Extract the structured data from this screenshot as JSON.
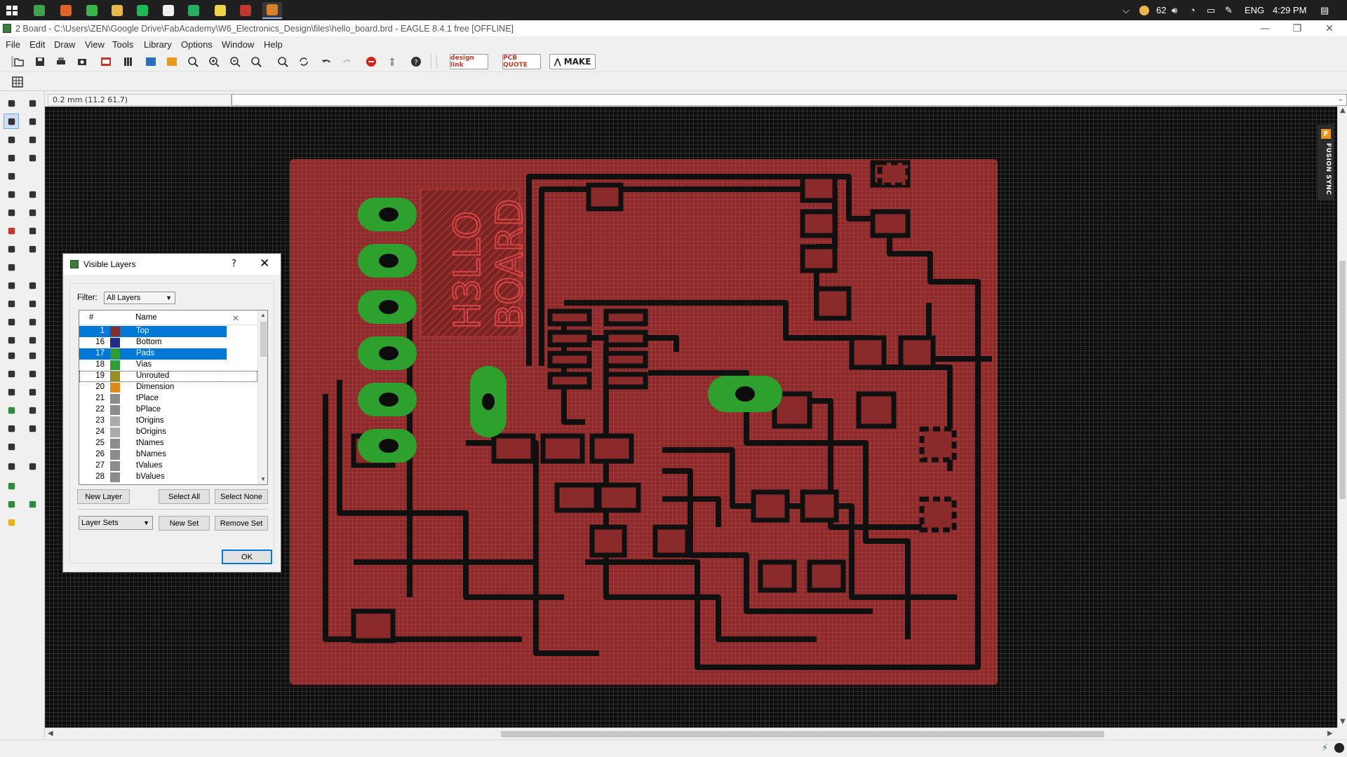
{
  "taskbar": {
    "apps": [
      {
        "icon": "app-icon",
        "color": "#3fa34d"
      },
      {
        "icon": "browser-icon",
        "color": "#e0622b"
      },
      {
        "icon": "chat-icon",
        "color": "#39b549"
      },
      {
        "icon": "folder-icon",
        "color": "#e8b84a"
      },
      {
        "icon": "music-icon",
        "color": "#1db954"
      },
      {
        "icon": "git-icon",
        "color": "#f0f0f0"
      },
      {
        "icon": "message-icon",
        "color": "#27ae60"
      },
      {
        "icon": "sticky-icon",
        "color": "#f1d34a"
      },
      {
        "icon": "pdf-icon",
        "color": "#c0392b"
      },
      {
        "icon": "eagle-icon",
        "color": "#d9822b"
      }
    ],
    "battery": "62",
    "language": "ENG",
    "time": "4:29 PM"
  },
  "window": {
    "title": "2 Board - C:\\Users\\ZEN\\Google Drive\\FabAcademy\\W6_Electronics_Design\\files\\hello_board.brd - EAGLE 8.4.1 free [OFFLINE]"
  },
  "menu": [
    "File",
    "Edit",
    "Draw",
    "View",
    "Tools",
    "Library",
    "Options",
    "Window",
    "Help"
  ],
  "toolbar": {
    "design_link": "design link",
    "pcb_quote": "PCB QUOTE",
    "make": "MAKE"
  },
  "coords": {
    "readout": "0.2 mm (11.2 61.7)"
  },
  "fusion": {
    "label": "FUSION SYNC"
  },
  "board": {
    "silk_text_line1": "H3LLO",
    "silk_text_line2": "BOARD",
    "colors": {
      "copper": "#8b2a2a",
      "pads": "#2ea02e",
      "background": "#0d0d0d"
    }
  },
  "dialog": {
    "title": "Visible Layers",
    "help": "?",
    "filter_label": "Filter:",
    "filter_value": "All Layers",
    "col_num": "#",
    "col_name": "Name",
    "layers": [
      {
        "num": "1",
        "name": "Top",
        "color": "#7a3131",
        "selected": true
      },
      {
        "num": "16",
        "name": "Bottom",
        "color": "#232b8a",
        "selected": false
      },
      {
        "num": "17",
        "name": "Pads",
        "color": "#2f9c35",
        "selected": true
      },
      {
        "num": "18",
        "name": "Vias",
        "color": "#2f9c35",
        "selected": false
      },
      {
        "num": "19",
        "name": "Unrouted",
        "color": "#9a8a28",
        "selected": false,
        "focus": true
      },
      {
        "num": "20",
        "name": "Dimension",
        "color": "#d98a1a",
        "selected": false
      },
      {
        "num": "21",
        "name": "tPlace",
        "color": "#8c8c8c",
        "selected": false
      },
      {
        "num": "22",
        "name": "bPlace",
        "color": "#8c8c8c",
        "selected": false
      },
      {
        "num": "23",
        "name": "tOrigins",
        "color": "#aaaaaa",
        "selected": false
      },
      {
        "num": "24",
        "name": "bOrigins",
        "color": "#aaaaaa",
        "selected": false
      },
      {
        "num": "25",
        "name": "tNames",
        "color": "#8c8c8c",
        "selected": false
      },
      {
        "num": "26",
        "name": "bNames",
        "color": "#8c8c8c",
        "selected": false
      },
      {
        "num": "27",
        "name": "tValues",
        "color": "#8c8c8c",
        "selected": false
      },
      {
        "num": "28",
        "name": "bValues",
        "color": "#8c8c8c",
        "selected": false
      }
    ],
    "buttons": {
      "new_layer": "New Layer",
      "select_all": "Select All",
      "select_none": "Select None",
      "layer_sets": "Layer Sets",
      "new_set": "New Set",
      "remove_set": "Remove Set",
      "ok": "OK"
    }
  }
}
